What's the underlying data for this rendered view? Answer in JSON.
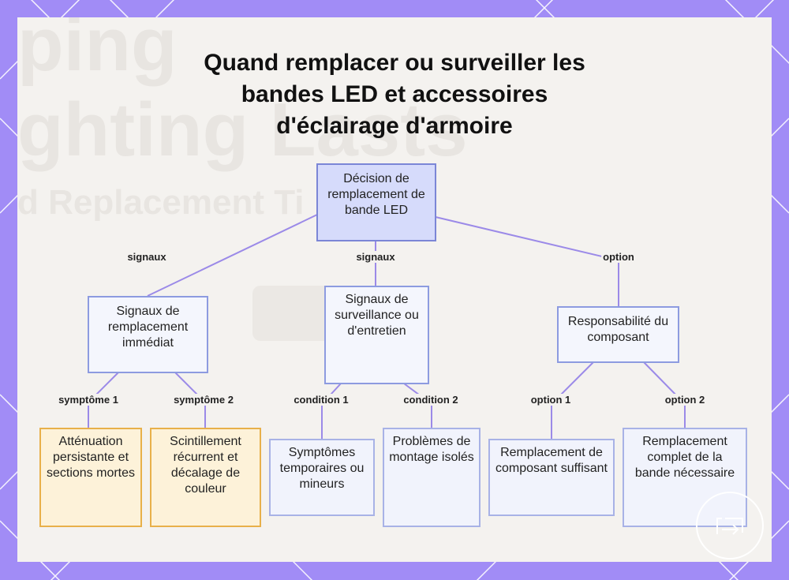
{
  "title": {
    "line1": "Quand remplacer ou surveiller les",
    "line2": "bandes LED et accessoires",
    "line3": "d'éclairage d'armoire"
  },
  "background_text": {
    "line1": "ping",
    "line2": "ghting Lasts",
    "line3": "d Replacement Ti"
  },
  "colors": {
    "frame": "#a18cf6",
    "frame_lines": "#ffffff",
    "card": "#f4f2ef",
    "edge": "#9b8ae8",
    "root_fill": "#d6dbfb",
    "warn_fill": "#fdf2d9",
    "warn_border": "#e8b04a"
  },
  "nodes": {
    "root": "Décision de remplacement de bande LED",
    "immediate": "Signaux de remplacement immédiat",
    "monitoring": "Signaux de surveillance ou d'entretien",
    "responsibility": "Responsabilité du composant",
    "dimming": "Atténuation persistante et sections mortes",
    "flicker": "Scintillement récurrent et décalage de couleur",
    "temporary": "Symptômes temporaires ou mineurs",
    "mounting": "Problèmes de montage isolés",
    "component": "Remplacement de composant suffisant",
    "full": "Remplacement complet de la bande nécessaire"
  },
  "edge_labels": {
    "root_immediate": "signaux",
    "root_monitoring": "signaux",
    "root_responsibility": "option",
    "symptom1": "symptôme 1",
    "symptom2": "symptôme 2",
    "condition1": "condition 1",
    "condition2": "condition 2",
    "option1": "option 1",
    "option2": "option 2"
  },
  "icons": {
    "corner_logo": "expand-icon"
  }
}
